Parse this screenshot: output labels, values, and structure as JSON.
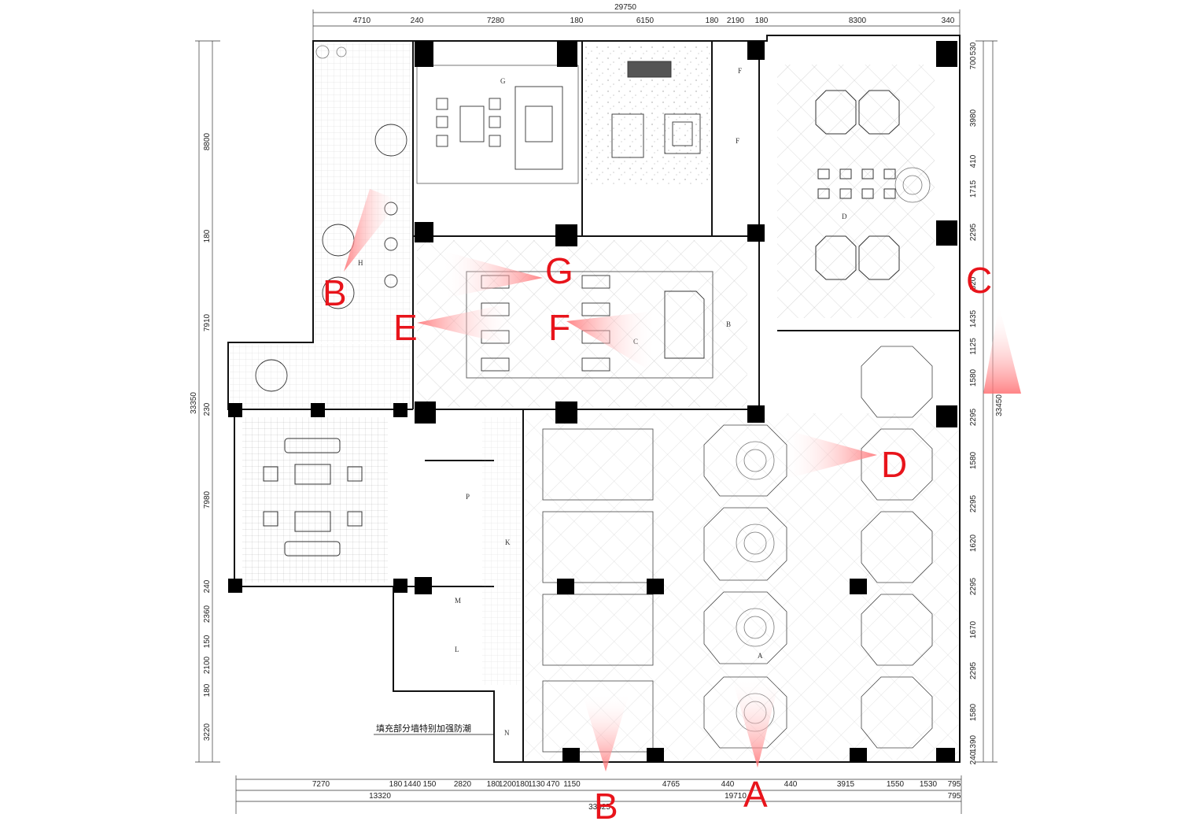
{
  "drawing": {
    "top_dimensions": {
      "overall": "29750",
      "segments": [
        "4710",
        "240",
        "7280",
        "180",
        "6150",
        "180",
        "2190",
        "180",
        "8300",
        "340"
      ]
    },
    "bottom_dimensions": {
      "row1": [
        "7270",
        "180",
        "1440",
        "150",
        "2820",
        "180",
        "1200",
        "180",
        "1130",
        "470",
        "1150",
        "4765",
        "440",
        "440",
        "3915",
        "1550",
        "1530",
        "795"
      ],
      "row2": [
        "13320",
        "19710",
        "795"
      ],
      "overall": "33825"
    },
    "left_dimensions": {
      "overall": "33350",
      "segments": [
        "8800",
        "180",
        "7910",
        "230",
        "7980",
        "240",
        "2360",
        "150",
        "2100",
        "180",
        "3220"
      ]
    },
    "right_dimensions": {
      "overall": "33450",
      "segments": [
        "530",
        "700",
        "3980",
        "410",
        "1715",
        "2295",
        "520",
        "1435",
        "1125",
        "1580",
        "2295",
        "1580",
        "2295",
        "1620",
        "2295",
        "1670",
        "2295",
        "1580",
        "1390",
        "240"
      ]
    },
    "room_letters": [
      "G",
      "F",
      "F",
      "D",
      "H",
      "B",
      "C",
      "P",
      "K",
      "M",
      "L",
      "N",
      "A"
    ],
    "note_text": "填充部分墙特别加强防潮",
    "view_markers": [
      "B",
      "G",
      "E",
      "F",
      "C",
      "D",
      "B",
      "A"
    ],
    "marker_color": "#e8141b"
  }
}
